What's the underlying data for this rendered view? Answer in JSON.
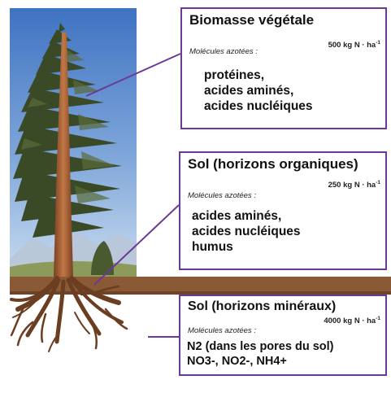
{
  "colors": {
    "border": "#6a3a96",
    "connector": "#6a3a96",
    "soil_band": "#8a5a36",
    "sky_top": "#3f73c2",
    "sky_bottom": "#bcd4ee",
    "foliage": "#3b4a26",
    "trunk": "#a05a32",
    "roots": "#6b3e22"
  },
  "boxes": {
    "biomass": {
      "title": "Biomasse végétale",
      "quantity_value": "500 kg N · ha",
      "quantity_exp": "-1",
      "molecules_label": "Molécules azotées :",
      "items": [
        "protéines,",
        "acides aminés,",
        "acides nucléiques"
      ]
    },
    "organic": {
      "title": "Sol (horizons organiques)",
      "quantity_value": "250 kg N · ha",
      "quantity_exp": "-1",
      "molecules_label": "Molécules azotées :",
      "items": [
        "acides aminés,",
        "acides nucléiques",
        "humus"
      ]
    },
    "mineral": {
      "title": "Sol (horizons minéraux)",
      "quantity_value": "4000 kg N · ha",
      "quantity_exp": "-1",
      "molecules_label": "Molécules azotées :",
      "items": [
        "N2 (dans les pores du sol)",
        "NO3-, NO2-, NH4+"
      ]
    }
  }
}
